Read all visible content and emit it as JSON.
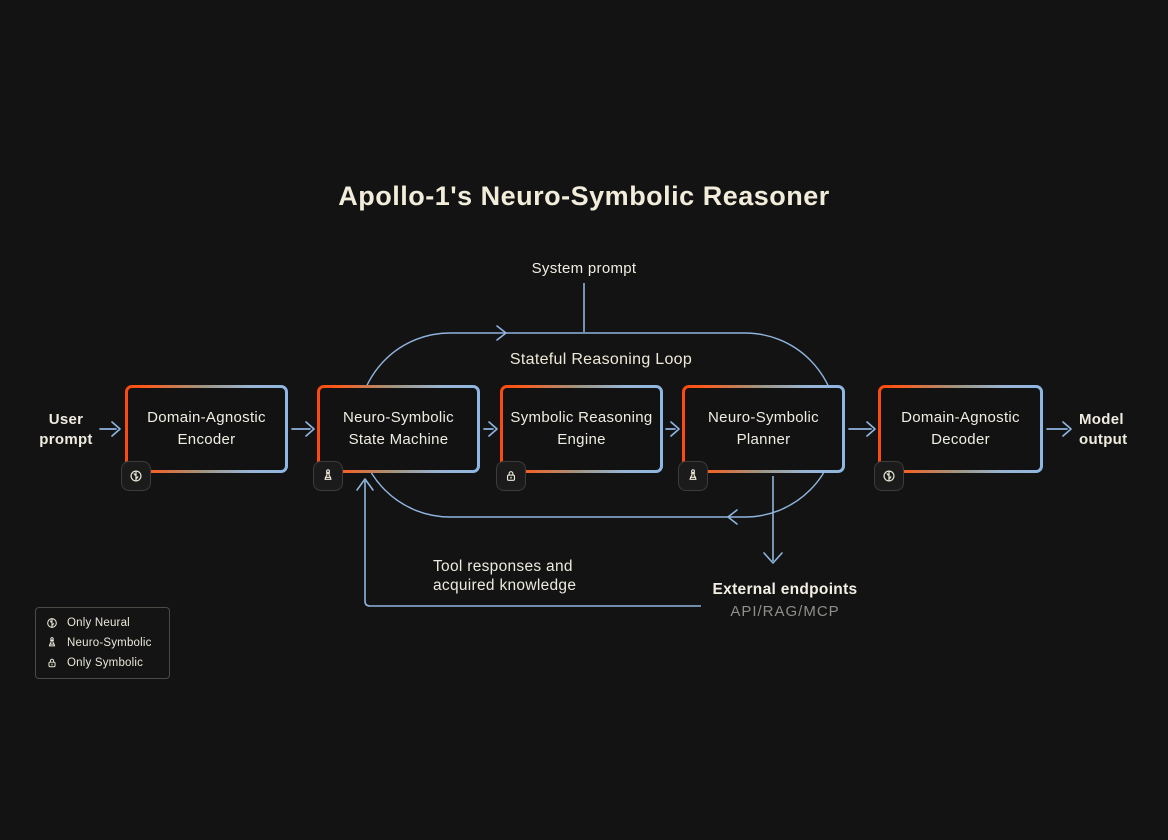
{
  "title": "Apollo-1's Neuro-Symbolic Reasoner",
  "labels": {
    "system_prompt": "System prompt",
    "user_prompt": "User prompt",
    "model_output": "Model output",
    "loop_label": "Stateful Reasoning Loop"
  },
  "nodes": [
    {
      "label": "Domain-Agnostic Encoder",
      "type": "only-neural",
      "icon": "brain-icon"
    },
    {
      "label": "Neuro-Symbolic State Machine",
      "type": "neuro-symbolic",
      "icon": "chess-piece-icon"
    },
    {
      "label": "Symbolic Reasoning Engine",
      "type": "only-symbolic",
      "icon": "lock-icon"
    },
    {
      "label": "Neuro-Symbolic Planner",
      "type": "neuro-symbolic",
      "icon": "chess-piece-icon"
    },
    {
      "label": "Domain-Agnostic Decoder",
      "type": "only-neural",
      "icon": "brain-icon"
    }
  ],
  "feedback": {
    "line1": "Tool responses and",
    "line2": "acquired knowledge"
  },
  "external": {
    "title": "External endpoints",
    "subtitle": "API/RAG/MCP"
  },
  "legend": [
    {
      "icon": "brain-icon",
      "label": "Only Neural"
    },
    {
      "icon": "chess-piece-icon",
      "label": "Neuro-Symbolic"
    },
    {
      "icon": "lock-icon",
      "label": "Only Symbolic"
    }
  ],
  "colors": {
    "background": "#131313",
    "accent_orange": "#fb4a0d",
    "accent_blue": "#8fb4dd",
    "text_cream": "#f1ecdb",
    "text_muted": "#8f8e88"
  }
}
